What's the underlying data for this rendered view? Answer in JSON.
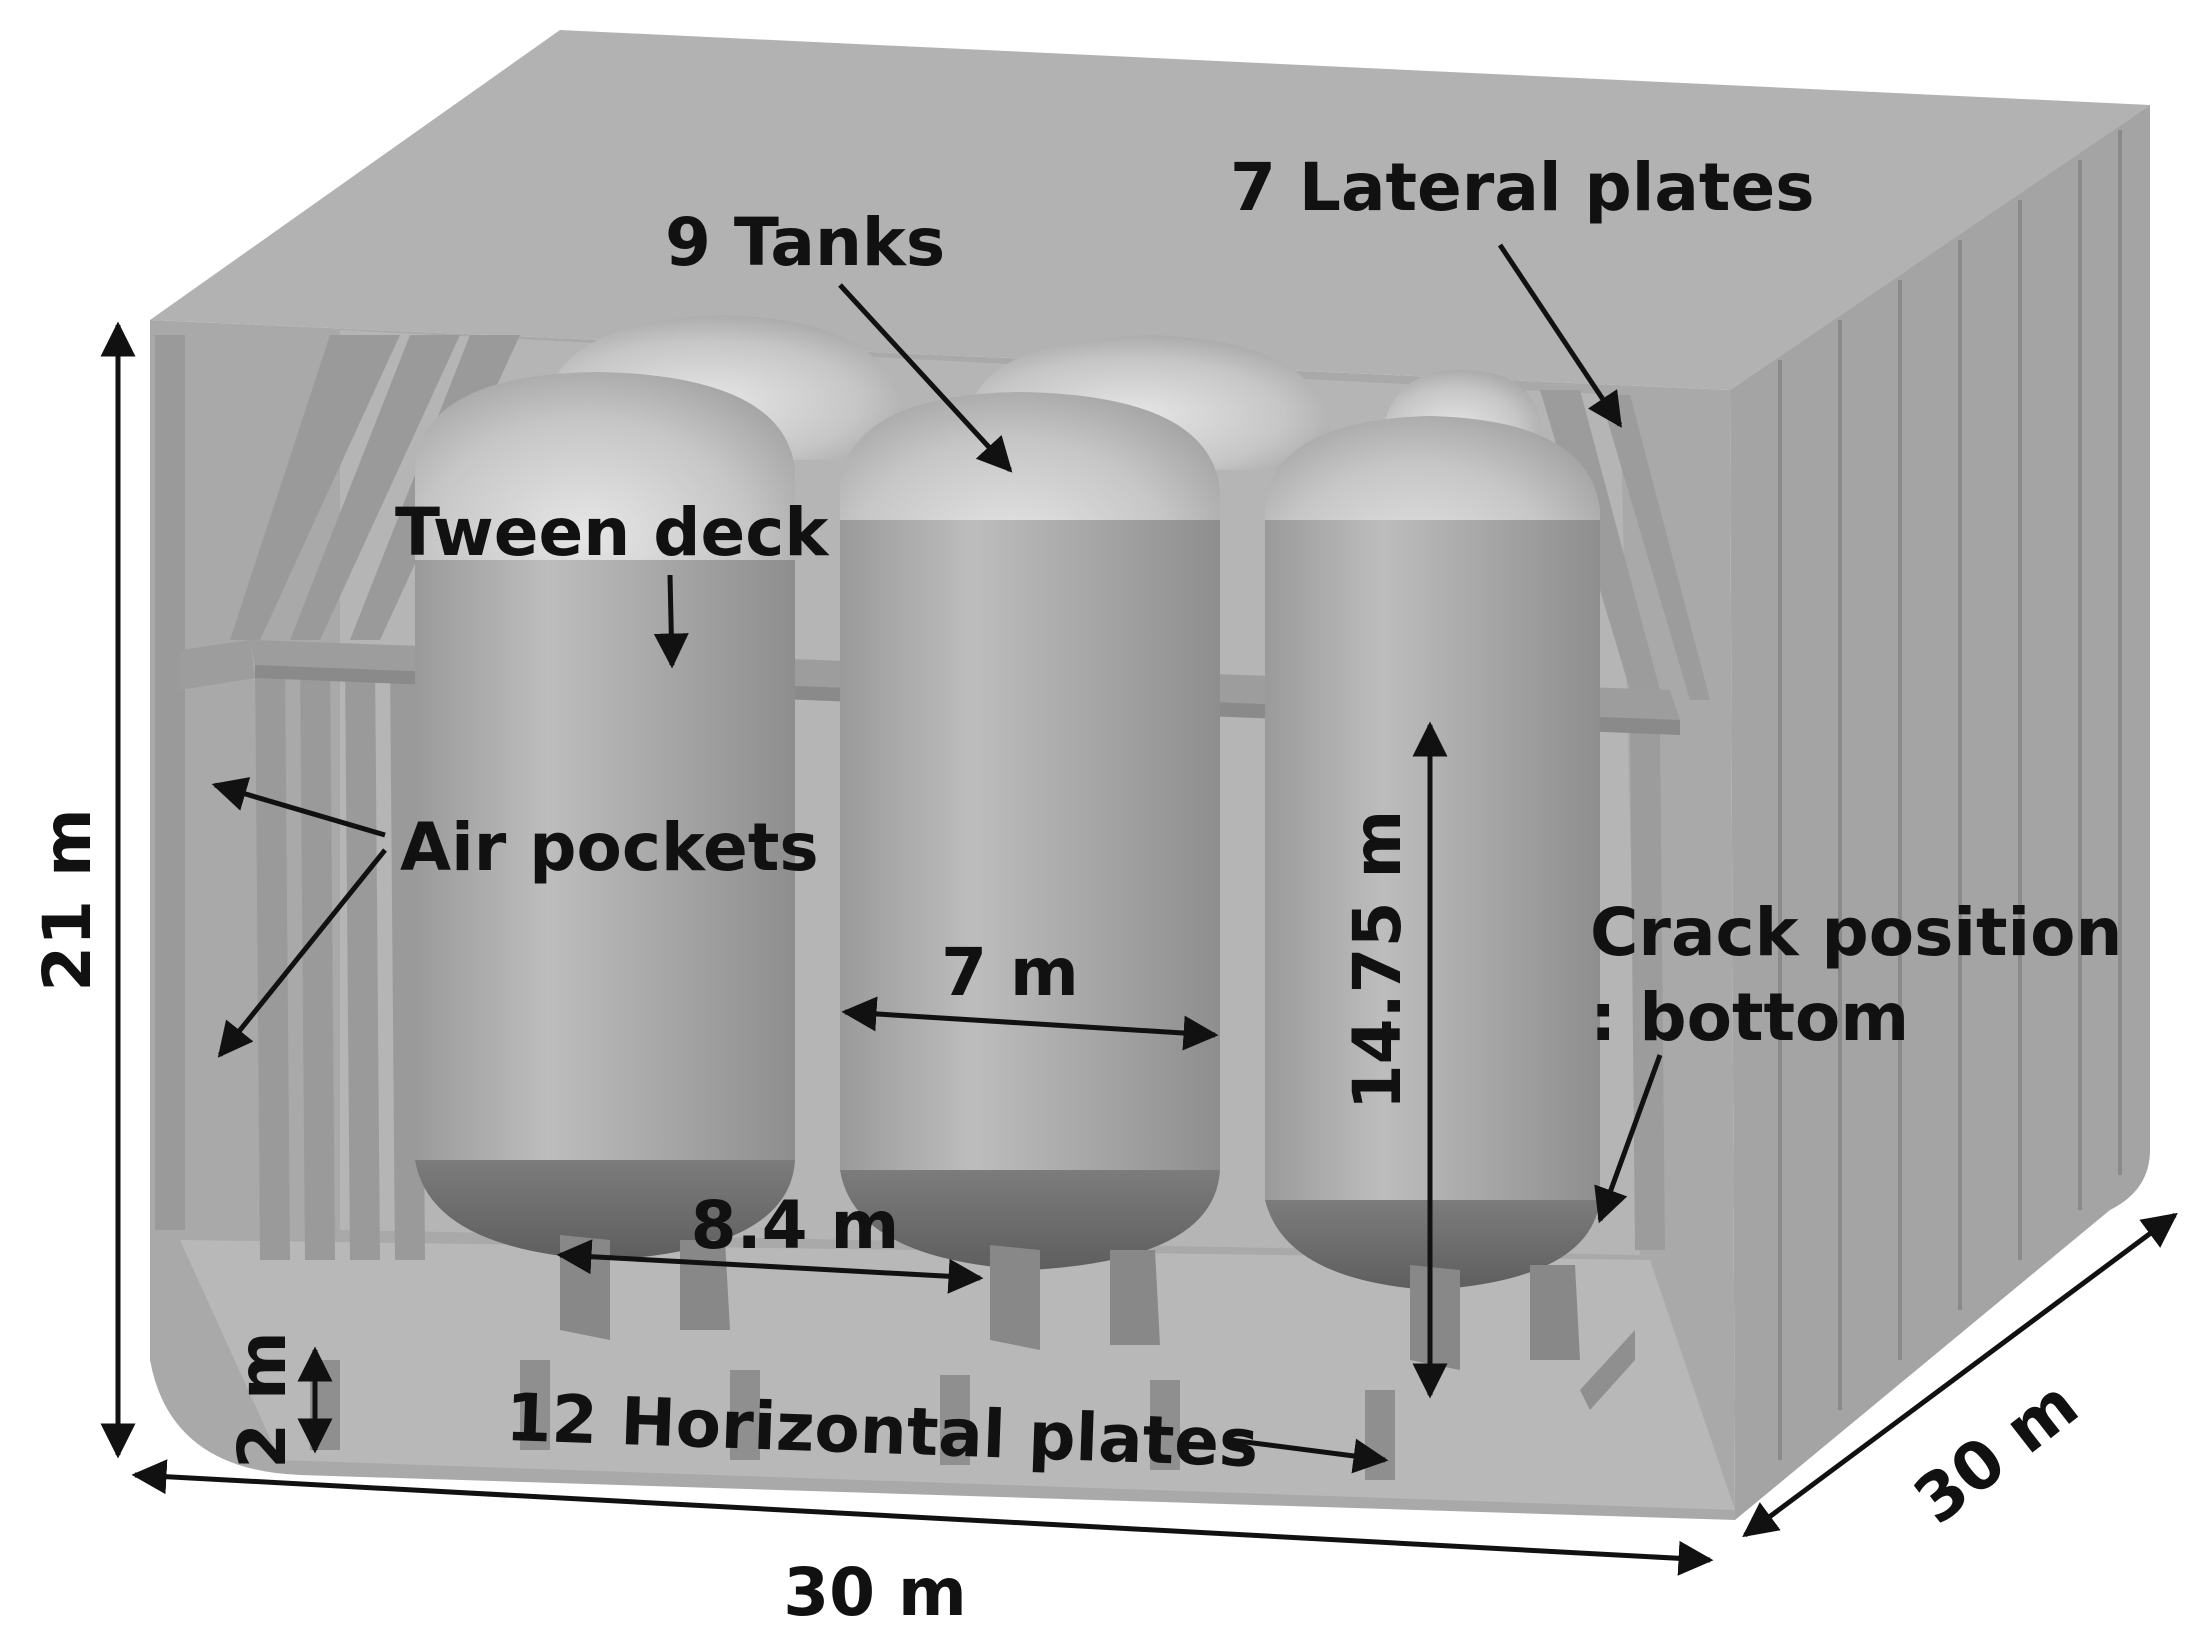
{
  "labels": {
    "tanks": "9 Tanks",
    "lateral_plates": "7 Lateral plates",
    "tween_deck": "Tween deck",
    "air_pockets": "Air pockets",
    "crack_position_line1": "Crack position",
    "crack_position_line2": ": bottom",
    "horizontal_plates": "12 Horizontal plates"
  },
  "dimensions": {
    "height": "21 m",
    "width": "30 m",
    "depth": "30 m",
    "tank_diameter": "7 m",
    "tank_height": "14.75 m",
    "tank_spacing": "8.4 m",
    "plate_height": "2 m"
  },
  "colors": {
    "hull_light": "#b9b9b9",
    "hull_mid": "#a2a2a2",
    "hull_dark": "#8c8c8c",
    "tank_body": "#a6a6a6",
    "tank_dome": "#cfcfcf",
    "arrow": "#111111"
  }
}
